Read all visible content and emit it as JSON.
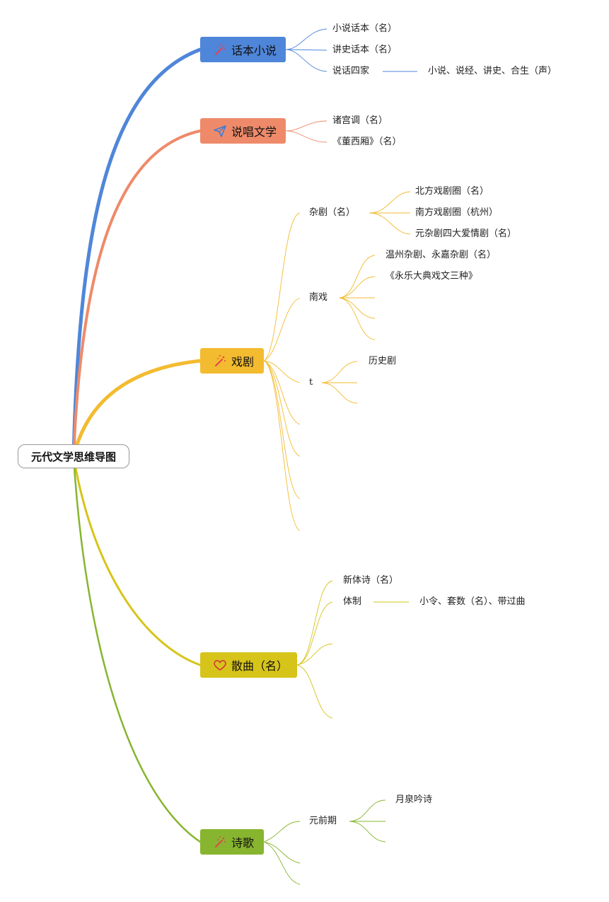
{
  "root": {
    "label": "元代文学思维导图"
  },
  "colors": {
    "huaben": "#4f86d9",
    "shuochang": "#ee8a6a",
    "xiju": "#f3bb2f",
    "sanqu": "#d7c41a",
    "shige": "#87b52f"
  },
  "branches": {
    "huaben": {
      "label": "话本小说",
      "icon": "magic-wand-icon",
      "children": [
        "小说话本（名）",
        "讲史话本（名）",
        "说话四家"
      ],
      "sub": "小说、说经、讲史、合生（声）"
    },
    "shuochang": {
      "label": "说唱文学",
      "icon": "paper-plane-icon",
      "children": [
        "诸宫调（名）",
        "《董西厢》（名）"
      ]
    },
    "xiju": {
      "label": "戏剧",
      "icon": "magic-wand-icon",
      "zaju": {
        "label": "杂剧（名）",
        "children": [
          "北方戏剧圈（名）",
          "南方戏剧圈（杭州）",
          "元杂剧四大爱情剧（名）"
        ]
      },
      "nanxi": {
        "label": "南戏",
        "children": [
          "温州杂剧、永嘉杂剧（名）",
          "《永乐大典戏文三种》"
        ]
      },
      "t": {
        "label": "t",
        "children": [
          "历史剧"
        ]
      }
    },
    "sanqu": {
      "label": "散曲（名）",
      "icon": "heart-icon",
      "children": [
        "新体诗（名）",
        "体制"
      ],
      "sub": "小令、套数（名）、带过曲"
    },
    "shige": {
      "label": "诗歌",
      "icon": "magic-wand-icon",
      "qianqi": {
        "label": "元前期",
        "children": [
          "月泉吟诗"
        ]
      }
    }
  }
}
